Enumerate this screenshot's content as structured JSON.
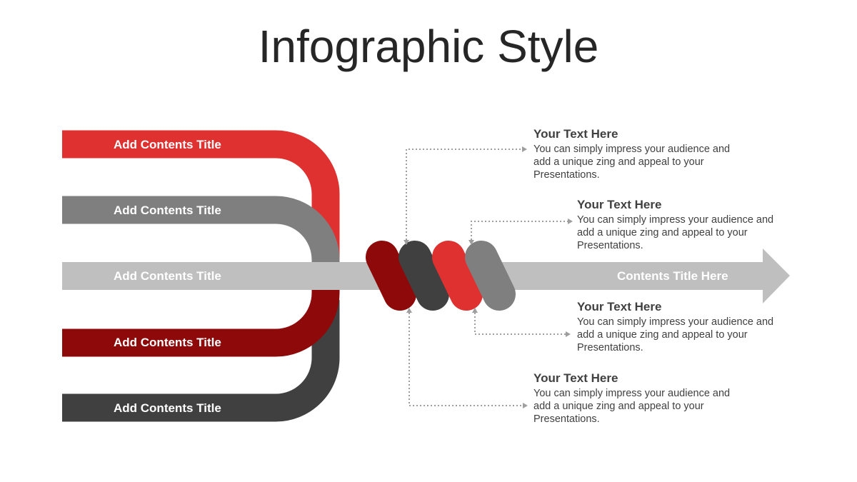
{
  "title": "Infographic Style",
  "colors": {
    "red": "#E03131",
    "gray": "#7F7F7F",
    "light_gray": "#BFBFBF",
    "dark_red": "#8E0A0A",
    "charcoal": "#404040"
  },
  "bands": [
    {
      "label": "Add Contents Title",
      "color": "red"
    },
    {
      "label": "Add Contents Title",
      "color": "gray"
    },
    {
      "label": "Add Contents Title",
      "color": "light_gray"
    },
    {
      "label": "Add Contents Title",
      "color": "dark_red"
    },
    {
      "label": "Add Contents Title",
      "color": "charcoal"
    }
  ],
  "arrow_label": "Contents Title Here",
  "callouts": [
    {
      "title": "Your Text Here",
      "body": "You can simply impress your audience and add a unique zing and appeal to your Presentations."
    },
    {
      "title": "Your Text Here",
      "body": "You can simply impress your audience and add a unique zing and appeal to your Presentations."
    },
    {
      "title": "Your Text Here",
      "body": "You can simply impress your audience and add a unique zing and appeal to your Presentations."
    },
    {
      "title": "Your Text Here",
      "body": "You can simply impress your audience and add a unique zing and appeal to your Presentations."
    }
  ]
}
